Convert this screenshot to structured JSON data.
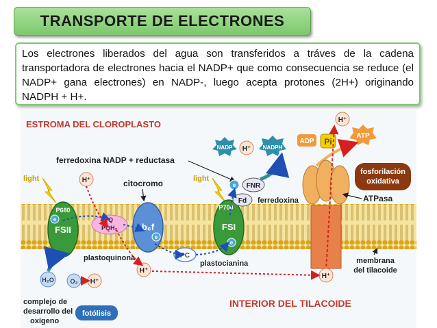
{
  "title": "TRANSPORTE DE ELECTRONES",
  "paragraph": "Los electrones liberados del agua son transferidos a tráves de la cadena transportadora de electrones hacia el NADP+ que como consecuencia se reduce (el NADP+ gana electrones) en NADP-, luego acepta protones (2H+) originando NADPH + H+.",
  "diagram": {
    "stroma_label": "ESTROMA DEL CLOROPLASTO",
    "lumen_label": "INTERIOR DEL TILACOIDE",
    "ferredoxina_nadp_reductasa": "ferredoxina NADP + reductasa",
    "citocromo": "citocromo",
    "plastoquinona": "plastoquinona",
    "plastocianina": "plastocianina",
    "ferredoxina": "ferredoxina",
    "atpasa": "ATPasa",
    "membrana_line1": "membrana",
    "membrana_line2": "del tilacoide",
    "complejo_line1": "complejo de",
    "complejo_line2": "desarrollo del",
    "complejo_line3": "oxígeno",
    "fotolisis": "fotólisis",
    "fosforilacion_line1": "fosforilación",
    "fosforilacion_line2": "oxidativa",
    "light_left": "light",
    "light_right": "light",
    "psii": "FSII",
    "psi": "FSI",
    "p680": "P680",
    "p700": "P700",
    "pq": "PQ",
    "pqh2": "PQH₂",
    "b6f": "b₆f",
    "pc": "PC",
    "fd": "Fd",
    "fnr": "FNR",
    "nadp": "NADP",
    "nadph": "NADPH",
    "adp": "ADP",
    "pi": "Pi",
    "atp": "ATP",
    "h2o": "H₂O",
    "o2": "O₂",
    "hplus": "H⁺",
    "electron": "e"
  },
  "colors": {
    "title_bg": "#8fd47e",
    "stroma_text": "#c0392b",
    "membrane": "#f0d46a",
    "membrane_head": "#d9a520",
    "photosystem": "#3a9a3a",
    "cytochrome": "#5b8fd6",
    "atpase_stalk": "#e8804a",
    "atpase_head": "#f0b060",
    "h_circle": "#fbe6d8",
    "ps_orange": "#f29a3b",
    "electron_dot": "#4aa8d8"
  }
}
